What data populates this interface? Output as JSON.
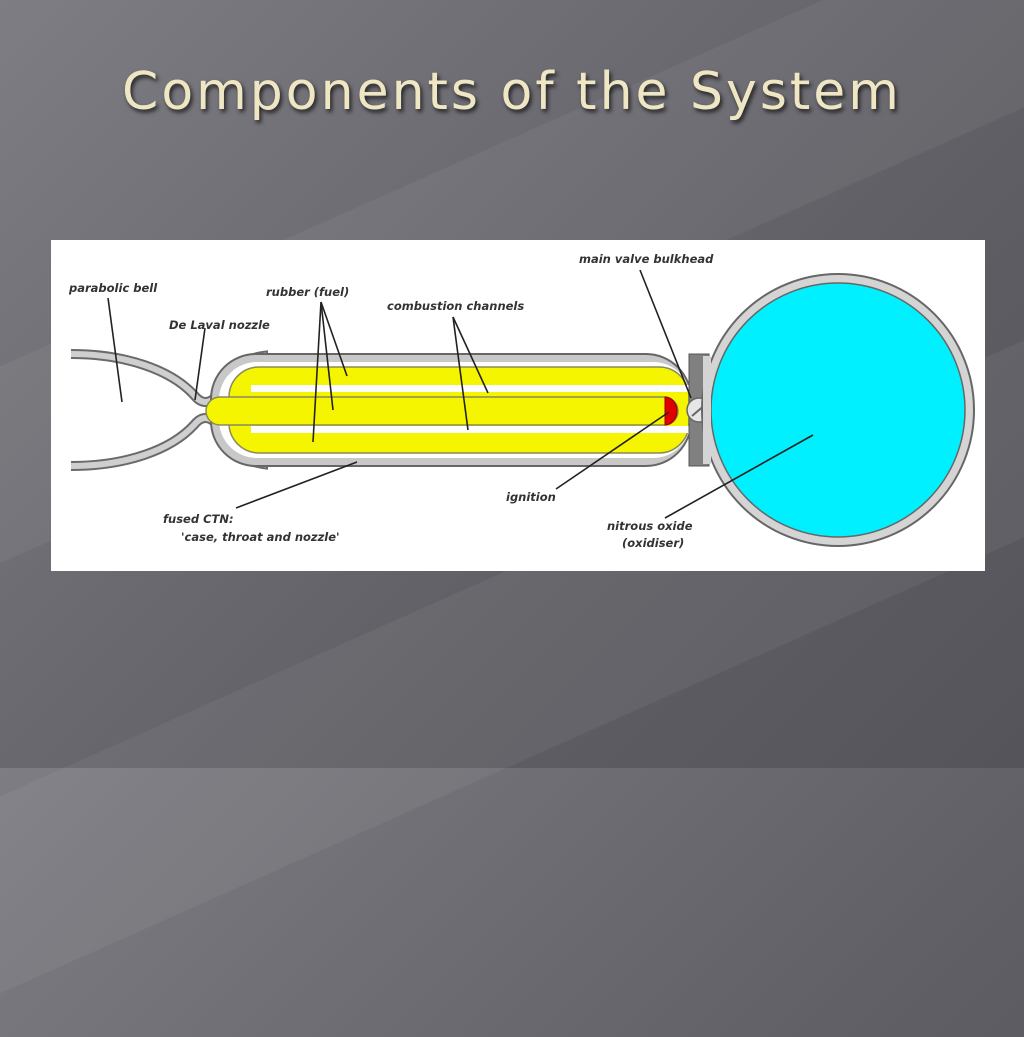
{
  "slide": {
    "title": "Components of the System"
  },
  "diagram": {
    "labels": {
      "parabolic_bell": "parabolic bell",
      "de_laval_nozzle": "De Laval nozzle",
      "rubber_fuel": "rubber (fuel)",
      "combustion_channels": "combustion channels",
      "main_valve_bulkhead": "main valve bulkhead",
      "ignition": "ignition",
      "fused_ctn_line1": "fused CTN:",
      "fused_ctn_line2": "'case, throat and nozzle'",
      "nitrous_oxide_line1": "nitrous oxide",
      "nitrous_oxide_line2": "(oxidiser)"
    },
    "colors": {
      "fuel": "#f5f500",
      "oxidiser": "#00f0ff",
      "ignition": "#e00000",
      "casing": "#c8c8c8",
      "bulkhead": "#808080"
    }
  }
}
